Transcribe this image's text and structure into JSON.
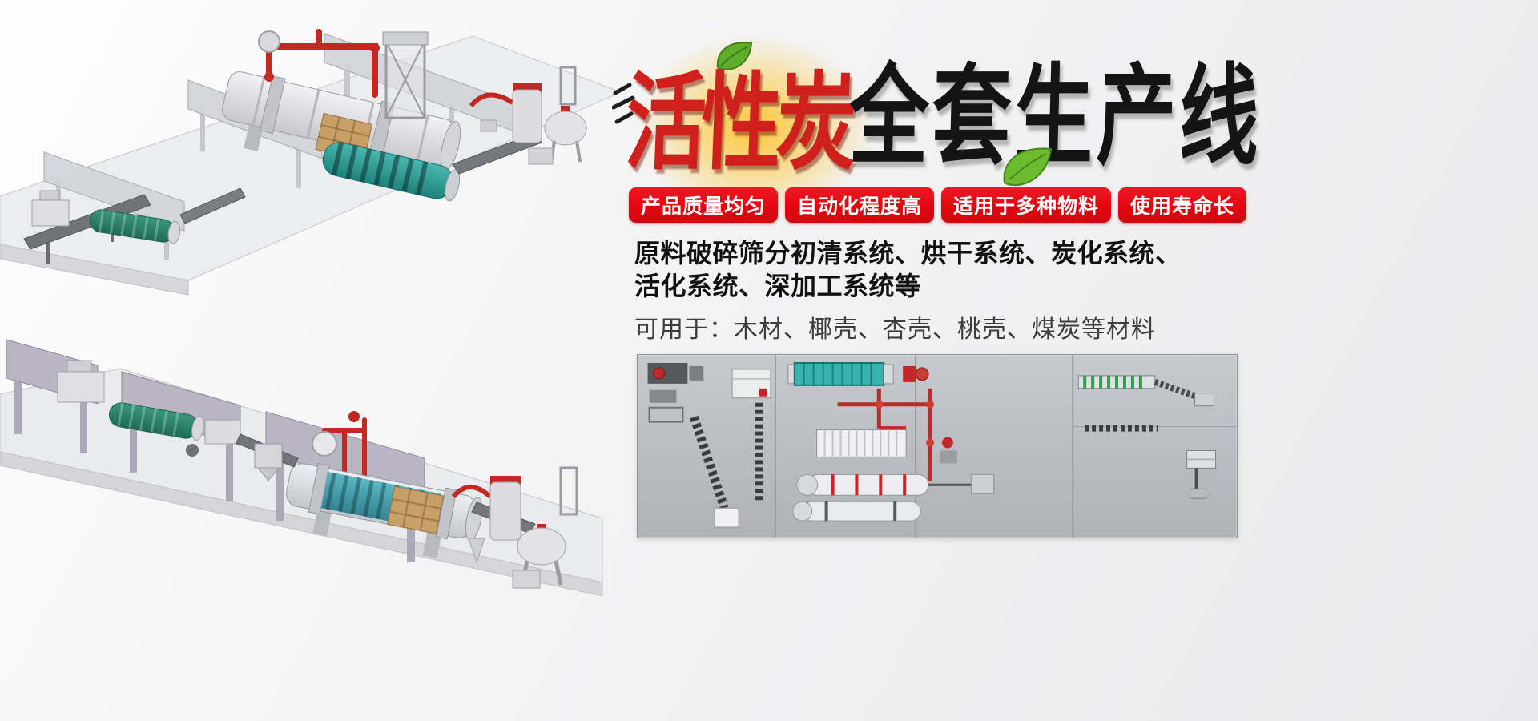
{
  "title": {
    "part1": "活性炭",
    "part2": "全套生产线"
  },
  "badges": [
    {
      "label": "产品质量均匀"
    },
    {
      "label": "自动化程度高"
    },
    {
      "label": "适用于多种物料"
    },
    {
      "label": "使用寿命长"
    }
  ],
  "description": {
    "line1": "原料破碎筛分初清系统、烘干系统、炭化系统、",
    "line2": "活化系统、深加工系统等",
    "line3": "可用于：木材、椰壳、杏壳、桃壳、煤炭等材料"
  },
  "illustrations": {
    "top_render": "activated-carbon-production-line-3d-render",
    "bottom_render": "activated-carbon-production-line-3d-render-alt-view",
    "layout_diagram": "production-line-top-view-layout"
  },
  "colors": {
    "badge_red": "#e3060f",
    "title_red": "#d0201c",
    "title_black": "#141414",
    "pipe_red": "#c42823",
    "drum_teal": "#3aa7a0",
    "background": "#f0f0f1"
  }
}
